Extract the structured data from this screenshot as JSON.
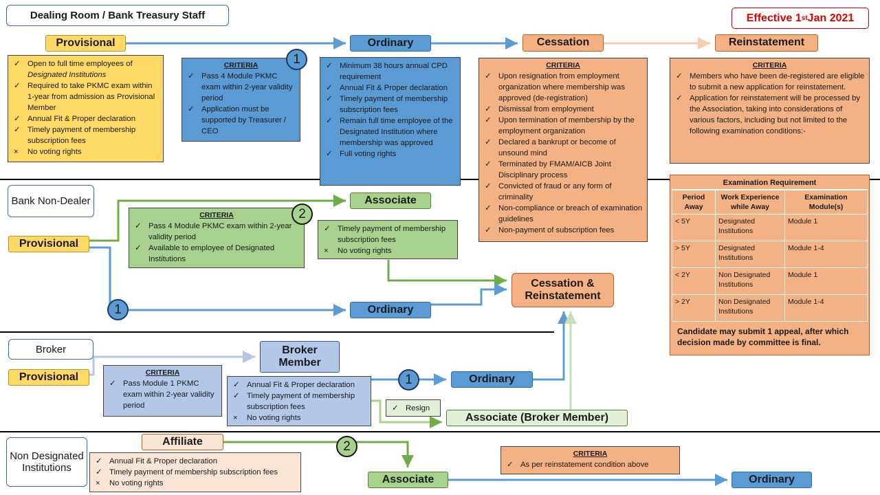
{
  "effective": {
    "prefix": "Effective 1",
    "sup": "st",
    "suffix": " Jan 2021"
  },
  "sections": {
    "dealing": "Dealing Room / Bank Treasury Staff",
    "bank_non_dealer": "Bank Non-Dealer",
    "broker": "Broker",
    "non_designated": "Non Designated Institutions"
  },
  "stages": {
    "provisional": "Provisional",
    "ordinary": "Ordinary",
    "cessation": "Cessation",
    "reinstatement": "Reinstatement",
    "associate": "Associate",
    "cess_reinst": "Cessation & Reinstatement",
    "broker_member": "Broker Member",
    "associate_broker": "Associate (Broker Member)",
    "affiliate": "Affiliate",
    "resign": "Resign"
  },
  "circles": {
    "one": "1",
    "two": "2"
  },
  "criteria_title": "CRITERIA",
  "marks": {
    "check": "✓",
    "cross": "×"
  },
  "cards": {
    "provisional_d": [
      {
        "mark": "check",
        "text": "Open to full time employees of",
        "em": "Designated Institutions"
      },
      {
        "mark": "check",
        "text": "Required to take PKMC exam within 1-year from admission as Provisional Member"
      },
      {
        "mark": "check",
        "text": "Annual Fit & Proper declaration"
      },
      {
        "mark": "check",
        "text": "Timely payment of membership subscription fees"
      },
      {
        "mark": "cross",
        "text": "No voting rights"
      }
    ],
    "criteria1": [
      {
        "mark": "check",
        "text": "Pass 4 Module PKMC exam within 2-year validity period"
      },
      {
        "mark": "check",
        "text": "Application must be supported by Treasurer / CEO"
      }
    ],
    "ordinary_d": [
      {
        "mark": "check",
        "text": "Minimum 38 hours annual CPD requirement"
      },
      {
        "mark": "check",
        "text": "Annual Fit & Proper declaration"
      },
      {
        "mark": "check",
        "text": "Timely payment of membership subscription fees"
      },
      {
        "mark": "check",
        "text": "Remain full time employee of the Designated Institution where membership was approved"
      },
      {
        "mark": "check",
        "text": "Full voting rights"
      }
    ],
    "cessation": [
      {
        "mark": "check",
        "text": "Upon resignation from employment organization where membership was approved (de-registration)"
      },
      {
        "mark": "check",
        "text": "Dismissal from employment"
      },
      {
        "mark": "check",
        "text": "Upon termination of membership by the employment organization"
      },
      {
        "mark": "check",
        "text": "Declared a bankrupt or become of unsound mind"
      },
      {
        "mark": "check",
        "text": "Terminated by FMAM/AICB Joint Disciplinary process"
      },
      {
        "mark": "check",
        "text": "Convicted of fraud or any form of criminality"
      },
      {
        "mark": "check",
        "text": "Non-compliance or breach of examination guidelines"
      },
      {
        "mark": "check",
        "text": "Non-payment of subscription fees"
      }
    ],
    "reinstatement": [
      {
        "mark": "check",
        "text": "Members who have been de-registered are eligible to submit a new application for reinstatement."
      },
      {
        "mark": "check",
        "text": "Application for reinstatement will be processed by the Association, taking into considerations of various factors, including but not limited to the following examination conditions:-"
      }
    ],
    "criteria2": [
      {
        "mark": "check",
        "text": "Pass 4 Module PKMC exam within 2-year validity period"
      },
      {
        "mark": "check",
        "text": "Available to employee of Designated Institutions"
      }
    ],
    "associate_bnd": [
      {
        "mark": "check",
        "text": "Timely payment of membership subscription fees"
      },
      {
        "mark": "cross",
        "text": "No voting rights"
      }
    ],
    "broker_criteria": [
      {
        "mark": "check",
        "text": "Pass Module 1 PKMC exam within 2-year validity period"
      }
    ],
    "broker_member": [
      {
        "mark": "check",
        "text": "Annual Fit & Proper declaration"
      },
      {
        "mark": "check",
        "text": "Timely payment of membership subscription fees"
      },
      {
        "mark": "cross",
        "text": "No voting rights"
      }
    ],
    "affiliate": [
      {
        "mark": "check",
        "text": "Annual Fit & Proper declaration"
      },
      {
        "mark": "check",
        "text": "Timely payment of membership subscription fees"
      },
      {
        "mark": "cross",
        "text": "No voting rights"
      }
    ],
    "nd_criteria": [
      {
        "mark": "check",
        "text": "As per reinstatement condition above"
      }
    ]
  },
  "exam": {
    "title": "Examination Requirement",
    "headers": [
      "Period Away",
      "Work Experience while Away",
      "Examination Module(s)"
    ],
    "rows": [
      [
        "< 5Y",
        "Designated Institutions",
        "Module 1"
      ],
      [
        "> 5Y",
        "Designated Institutions",
        "Module 1-4"
      ],
      [
        "< 2Y",
        "Non Designated Institutions",
        "Module 1"
      ],
      [
        "> 2Y",
        "Non Designated Institutions",
        "Module 1-4"
      ]
    ],
    "note": "Candidate may submit 1 appeal, after which decision made by committee is final."
  },
  "colors": {
    "blue_arrow": "#5b9bd5",
    "green_arrow": "#70ad47",
    "light_green_arrow": "#c5e0b4",
    "light_blue_arrow": "#b4c7e7",
    "peach_arrow": "#f8cbad",
    "effective_red": "#e00000"
  }
}
